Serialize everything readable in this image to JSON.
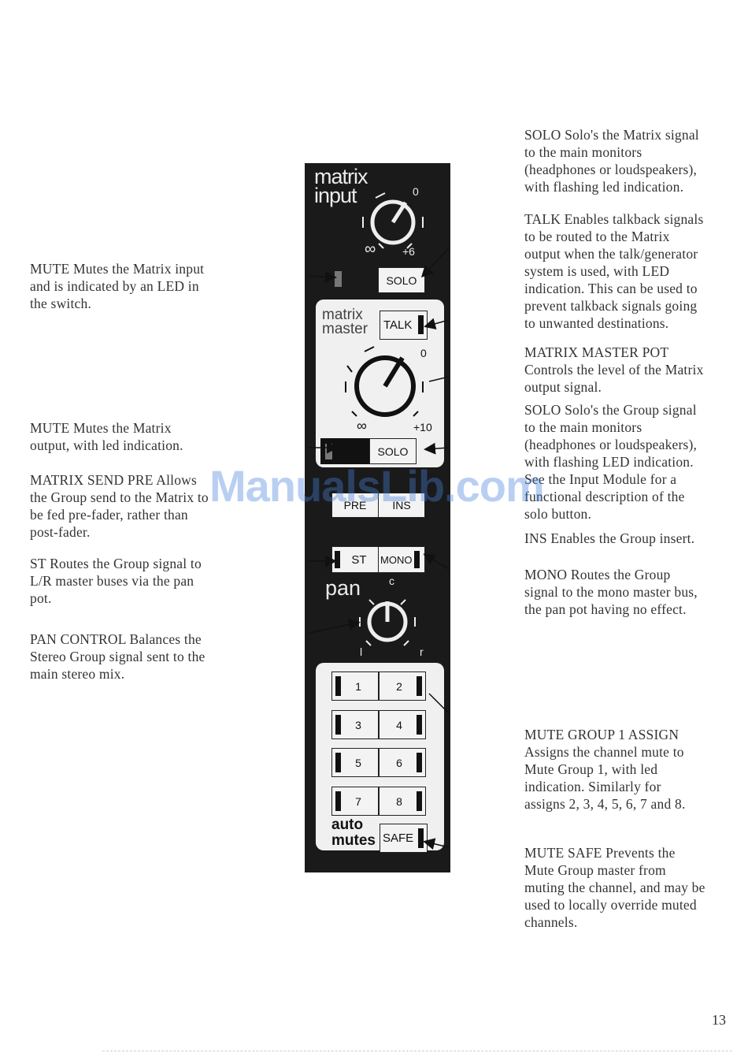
{
  "left_column": [
    {
      "id": "mute-input",
      "text": "MUTE Mutes the Matrix input\nand is indicated by an LED in\nthe switch."
    },
    {
      "id": "mute-output",
      "text": "MUTE Mutes the Matrix\noutput, with led indication."
    },
    {
      "id": "matrix-send-pre",
      "text": "MATRIX SEND PRE Allows\nthe Group send to the Matrix to\nbe fed pre-fader, rather than\npost-fader."
    },
    {
      "id": "st",
      "text": "ST Routes the Group signal to\nL/R master buses via the pan\npot."
    },
    {
      "id": "pan-control",
      "text": "PAN CONTROL Balances the\nStereo Group signal sent to the\nmain stereo mix."
    }
  ],
  "right_column": [
    {
      "id": "solo-matrix",
      "text": "SOLO Solo's the Matrix signal\nto the main monitors\n(headphones or loudspeakers),\nwith flashing led indication."
    },
    {
      "id": "talk",
      "text": "TALK Enables talkback signals\nto be routed to the Matrix\noutput when the talk/generator\nsystem is used, with LED\nindication. This can be used to\nprevent talkback signals going\nto unwanted destinations."
    },
    {
      "id": "matrix-master-pot",
      "text": "MATRIX MASTER POT\nControls the level of the Matrix\noutput signal."
    },
    {
      "id": "solo-group",
      "text": "SOLO Solo's the Group signal\nto the main monitors\n(headphones or loudspeakers),\nwith flashing LED indication.\nSee the Input Module for a\nfunctional description of the\nsolo button."
    },
    {
      "id": "ins",
      "text": "INS Enables the Group insert."
    },
    {
      "id": "mono",
      "text": "MONO Routes the Group\nsignal to the mono master bus,\nthe pan pot having no effect."
    },
    {
      "id": "mute-group-assign",
      "text": "MUTE GROUP 1 ASSIGN\nAssigns the channel mute to\nMute Group 1, with led\nindication.  Similarly for\nassigns 2, 3, 4, 5, 6, 7 and 8."
    },
    {
      "id": "mute-safe",
      "text": "MUTE SAFE Prevents the\nMute Group master from\nmuting the channel, and may be\nused to locally override muted\nchannels."
    }
  ],
  "panel": {
    "matrix_input_line1": "matrix",
    "matrix_input_line2": "input",
    "input_pot_max": "0",
    "input_pot_min": "∞",
    "input_pot_gain": "+6",
    "solo_label": "SOLO",
    "matrix_master_line1": "matrix",
    "matrix_master_line2": "master",
    "talk_label": "TALK",
    "master_pot_max": "0",
    "master_pot_min": "∞",
    "master_pot_gain": "+10",
    "solo2_label": "SOLO",
    "pre_label": "PRE",
    "ins_label": "INS",
    "st_label": "ST",
    "mono_label": "MONO",
    "pan_label": "pan",
    "pan_center": "c",
    "pan_left": "l",
    "pan_right": "r",
    "mute_groups": [
      "1",
      "2",
      "3",
      "4",
      "5",
      "6",
      "7",
      "8"
    ],
    "auto_line1": "auto",
    "auto_line2": "mutes",
    "safe_label": "SAFE"
  },
  "watermark": "ManualsLib.com",
  "page_number": "13"
}
